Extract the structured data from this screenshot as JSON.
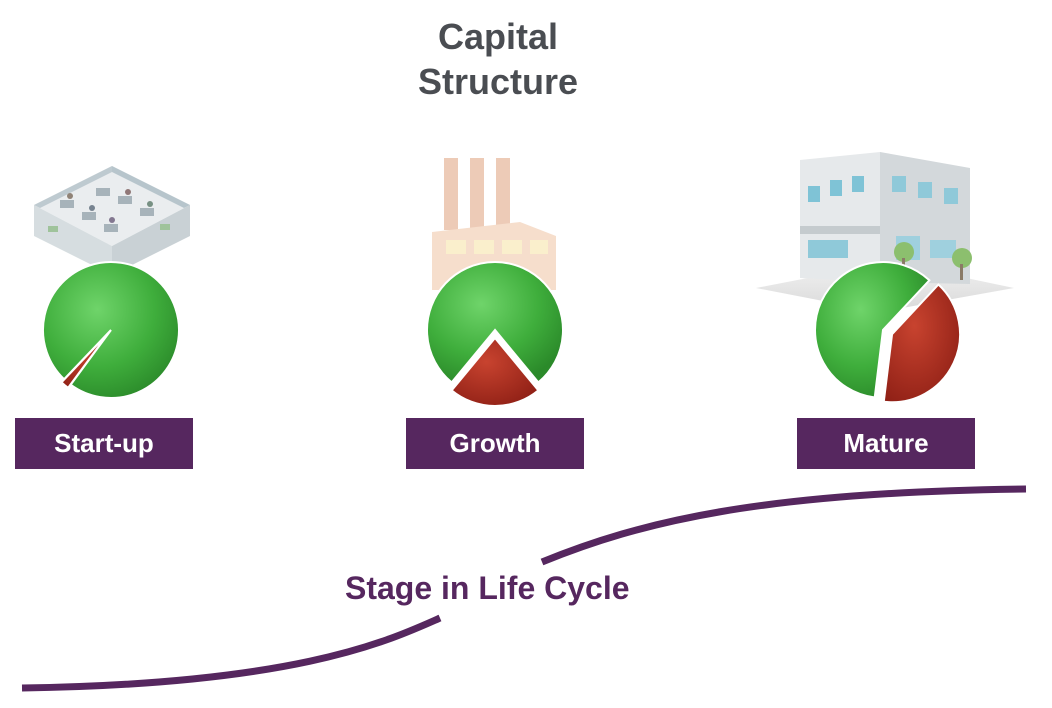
{
  "title_line1": "Capital",
  "title_line2": "Structure",
  "axis_label": "Stage in Life Cycle",
  "colors": {
    "equity_green": "#3fae3c",
    "debt_red": "#a3261b",
    "label_purple": "#56275f",
    "title_gray": "#4a4d52"
  },
  "stages": [
    {
      "label": "Start-up",
      "illustration": "office-interior-icon",
      "debt_share": 0.02
    },
    {
      "label": "Growth",
      "illustration": "factory-icon",
      "debt_share": 0.22
    },
    {
      "label": "Mature",
      "illustration": "office-building-icon",
      "debt_share": 0.4
    }
  ]
}
